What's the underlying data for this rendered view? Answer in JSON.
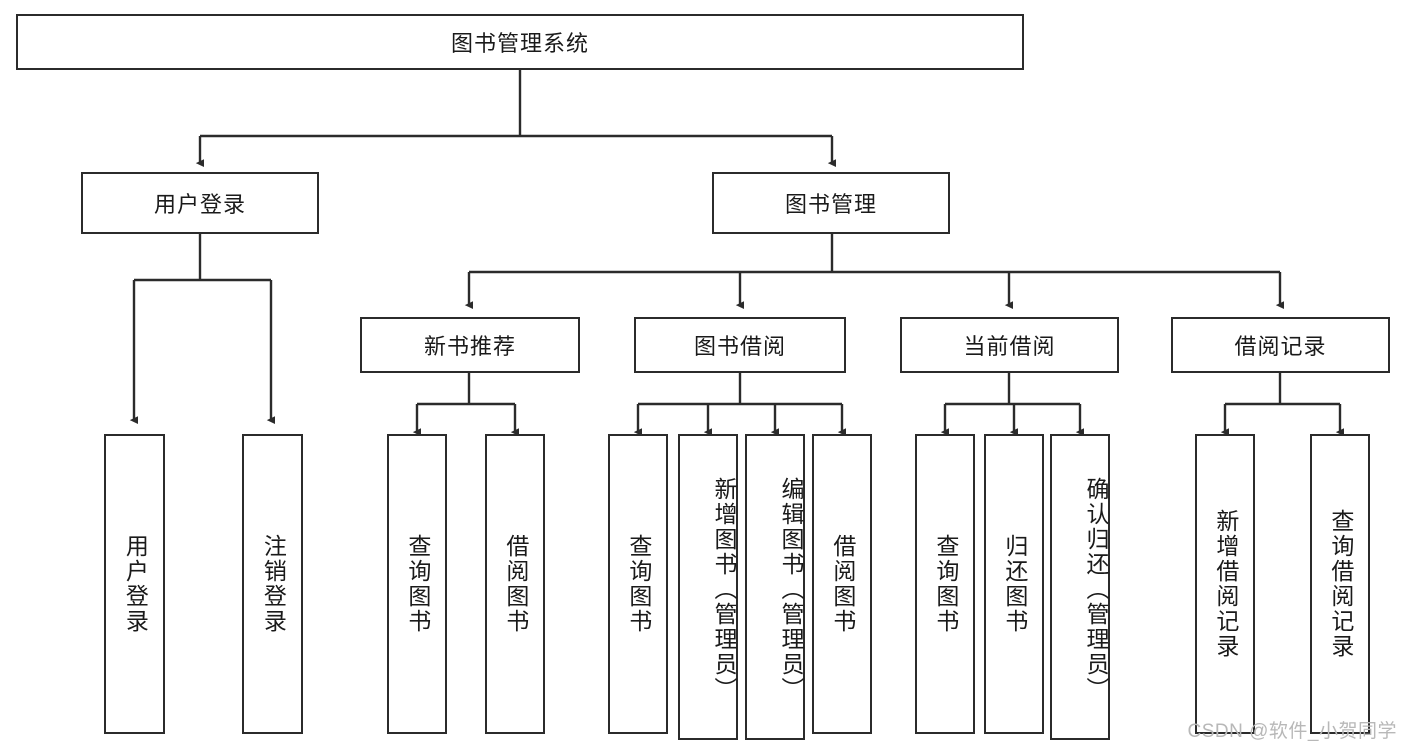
{
  "diagram": {
    "title": "图书管理系统",
    "watermark": "CSDN @软件_小贺同学",
    "colors": {
      "stroke": "#2b2b2b",
      "fill": "#ffffff",
      "text": "#1a1a1a",
      "watermark": "#b8b8b8"
    },
    "root": {
      "label": "图书管理系统"
    },
    "level1": [
      {
        "label": "用户登录"
      },
      {
        "label": "图书管理"
      }
    ],
    "level2": [
      {
        "label": "新书推荐"
      },
      {
        "label": "图书借阅"
      },
      {
        "label": "当前借阅"
      },
      {
        "label": "借阅记录"
      }
    ],
    "leaves": {
      "user_login": [
        {
          "label": "用户登录"
        },
        {
          "label": "注销登录"
        }
      ],
      "new_book": [
        {
          "label": "查询图书"
        },
        {
          "label": "借阅图书"
        }
      ],
      "book_borrow": [
        {
          "label": "查询图书"
        },
        {
          "label": "新增图书（管理员）"
        },
        {
          "label": "编辑图书（管理员）"
        },
        {
          "label": "借阅图书"
        }
      ],
      "current_borrow": [
        {
          "label": "查询图书"
        },
        {
          "label": "归还图书"
        },
        {
          "label": "确认归还（管理员）"
        }
      ],
      "borrow_record": [
        {
          "label": "新增借阅记录"
        },
        {
          "label": "查询借阅记录"
        }
      ]
    }
  }
}
